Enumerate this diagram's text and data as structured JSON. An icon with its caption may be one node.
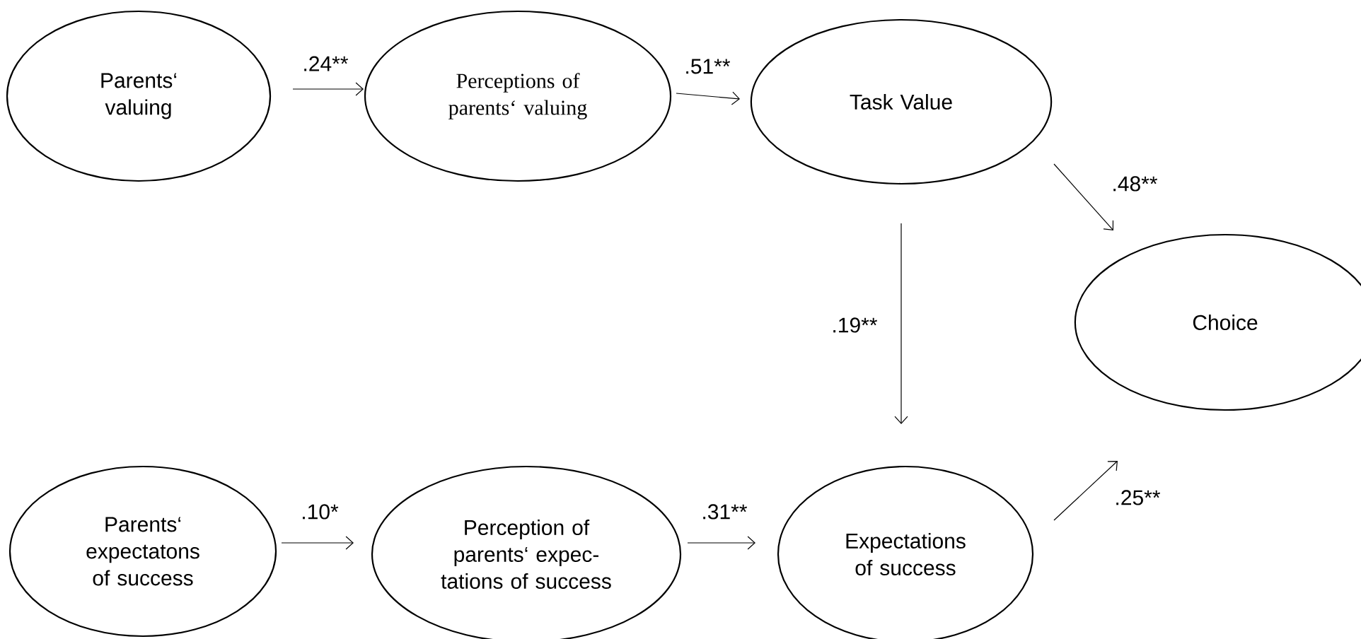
{
  "diagram": {
    "nodes": [
      {
        "text": [
          "Parents‘ valuing"
        ]
      },
      {
        "text": [
          "Perceptions of parents‘ valuing"
        ]
      },
      {
        "text": [
          "Task Value"
        ]
      },
      {
        "text": [
          "Choice"
        ]
      },
      {
        "text": [
          "Parents‘ expectatons of success"
        ]
      },
      {
        "text": [
          "Perception of parents‘ expec-tations of success"
        ]
      },
      {
        "text": [
          "Expectations of success"
        ]
      }
    ],
    "edges": [
      {
        "from": 0,
        "to": 1,
        "arrow": "to",
        "label": ".24**"
      },
      {
        "from": 1,
        "to": 2,
        "arrow": "to",
        "label": ".51**"
      },
      {
        "from": 2,
        "to": 3,
        "arrow": "to",
        "label": ".48**"
      },
      {
        "from": 2,
        "to": 6,
        "arrow": "to",
        "label": ".19**"
      },
      {
        "from": 4,
        "to": 5,
        "arrow": "to",
        "label": ".10*"
      },
      {
        "from": 5,
        "to": 6,
        "arrow": "to",
        "label": ".31**"
      },
      {
        "from": 6,
        "to": 3,
        "arrow": "to",
        "label": ".25**"
      }
    ]
  }
}
